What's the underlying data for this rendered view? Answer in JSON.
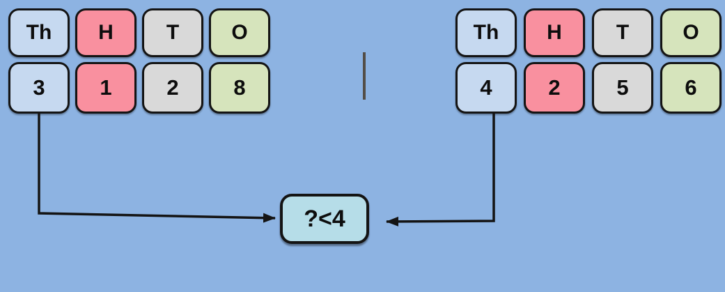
{
  "colors": {
    "background": "#8DB3E2",
    "outline": "#141414",
    "thousands_fill": "#C6D9F0",
    "hundreds_fill": "#F9909F",
    "tens_fill": "#D9D9D9",
    "ones_fill": "#D6E4BC",
    "comparison_fill": "#B6DDE8",
    "arrow": "#141414",
    "divider": "#534E48"
  },
  "left_number": {
    "headers": [
      "Th",
      "H",
      "T",
      "O"
    ],
    "digits": [
      "3",
      "1",
      "2",
      "8"
    ]
  },
  "right_number": {
    "headers": [
      "Th",
      "H",
      "T",
      "O"
    ],
    "digits": [
      "4",
      "2",
      "5",
      "6"
    ]
  },
  "comparison": {
    "label": "?<4"
  }
}
